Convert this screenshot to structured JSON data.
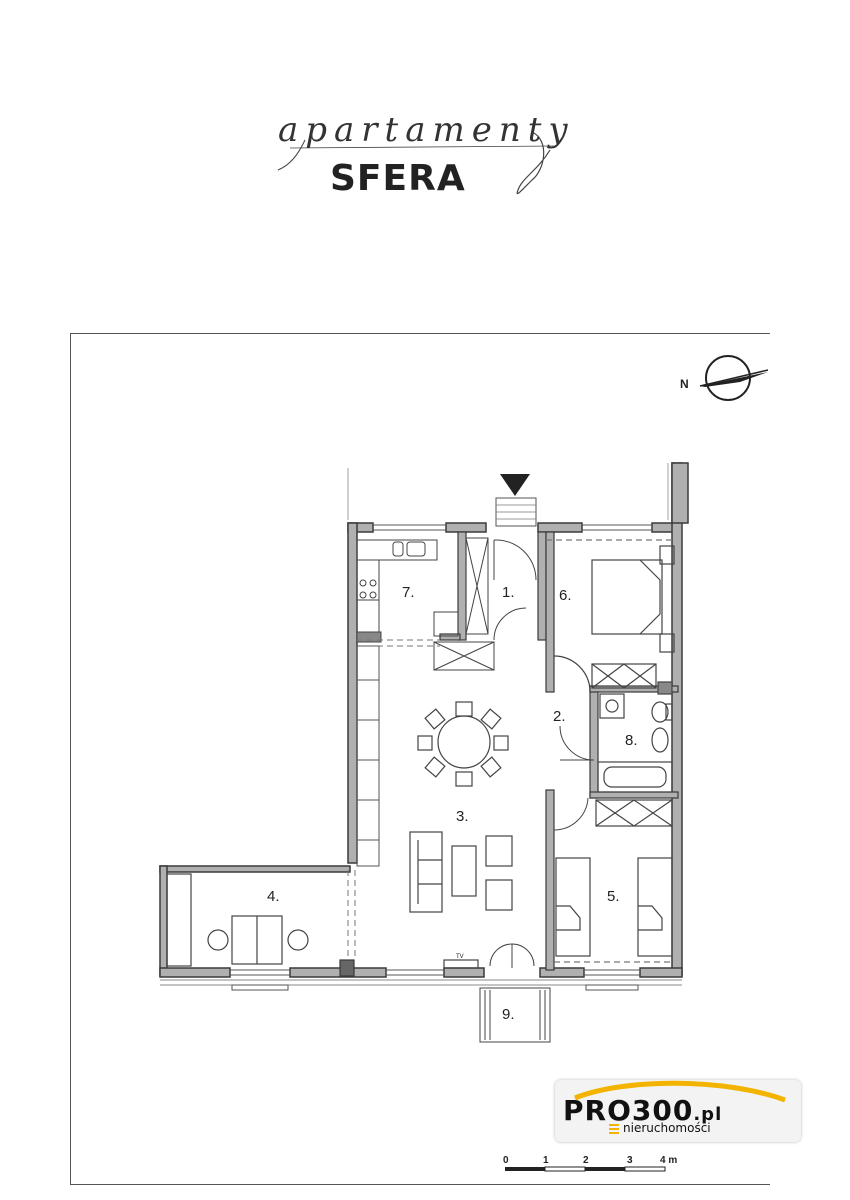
{
  "brand": {
    "script_text": "apartamenty",
    "name": "SFERA"
  },
  "compass": {
    "letter": "N"
  },
  "floor_plan": {
    "rooms": [
      {
        "number": "1.",
        "label": "1."
      },
      {
        "number": "2.",
        "label": "2."
      },
      {
        "number": "3.",
        "label": "3."
      },
      {
        "number": "4.",
        "label": "4."
      },
      {
        "number": "5.",
        "label": "5."
      },
      {
        "number": "6.",
        "label": "6."
      },
      {
        "number": "7.",
        "label": "7."
      },
      {
        "number": "8.",
        "label": "8."
      },
      {
        "number": "9.",
        "label": "9."
      }
    ],
    "tv_label": "TV"
  },
  "scale_bar": {
    "ticks": [
      "0",
      "1",
      "2",
      "3",
      "4 m"
    ]
  },
  "agency_logo": {
    "name_main": "PRO300",
    "name_suffix": ".pl",
    "subtitle": "nieruchomości",
    "accent_color": "#f2b400"
  },
  "colors": {
    "wall": "#3a3a3a",
    "wall_fill": "#b0b0b0",
    "line": "#555555"
  }
}
